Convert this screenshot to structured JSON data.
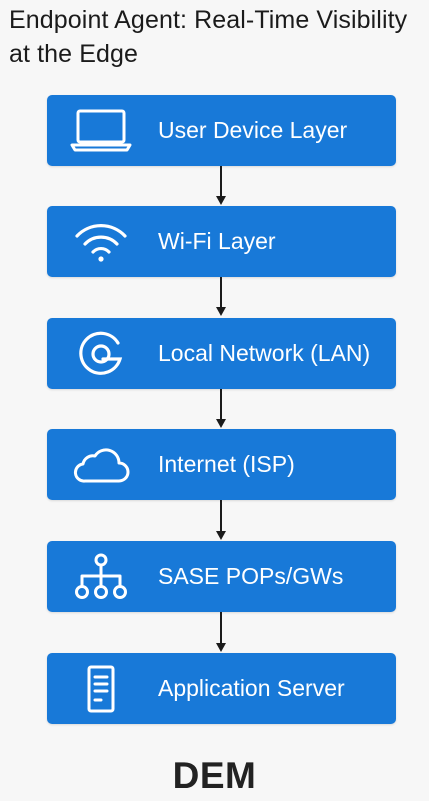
{
  "title": "Endpoint Agent: Real-Time Visibility at the Edge",
  "layers": [
    {
      "label": "User Device Layer",
      "icon": "laptop-icon"
    },
    {
      "label": "Wi-Fi Layer",
      "icon": "wifi-icon"
    },
    {
      "label": "Local Network (LAN)",
      "icon": "network-icon"
    },
    {
      "label": "Internet (ISP)",
      "icon": "cloud-icon"
    },
    {
      "label": "SASE POPs/GWs",
      "icon": "hierarchy-icon"
    },
    {
      "label": "Application Server",
      "icon": "server-icon"
    }
  ],
  "footer": "DEM",
  "colors": {
    "box": "#1879d8",
    "text_on_box": "#ffffff",
    "arrow": "#1b1b1b",
    "background": "#f7f7f7"
  }
}
